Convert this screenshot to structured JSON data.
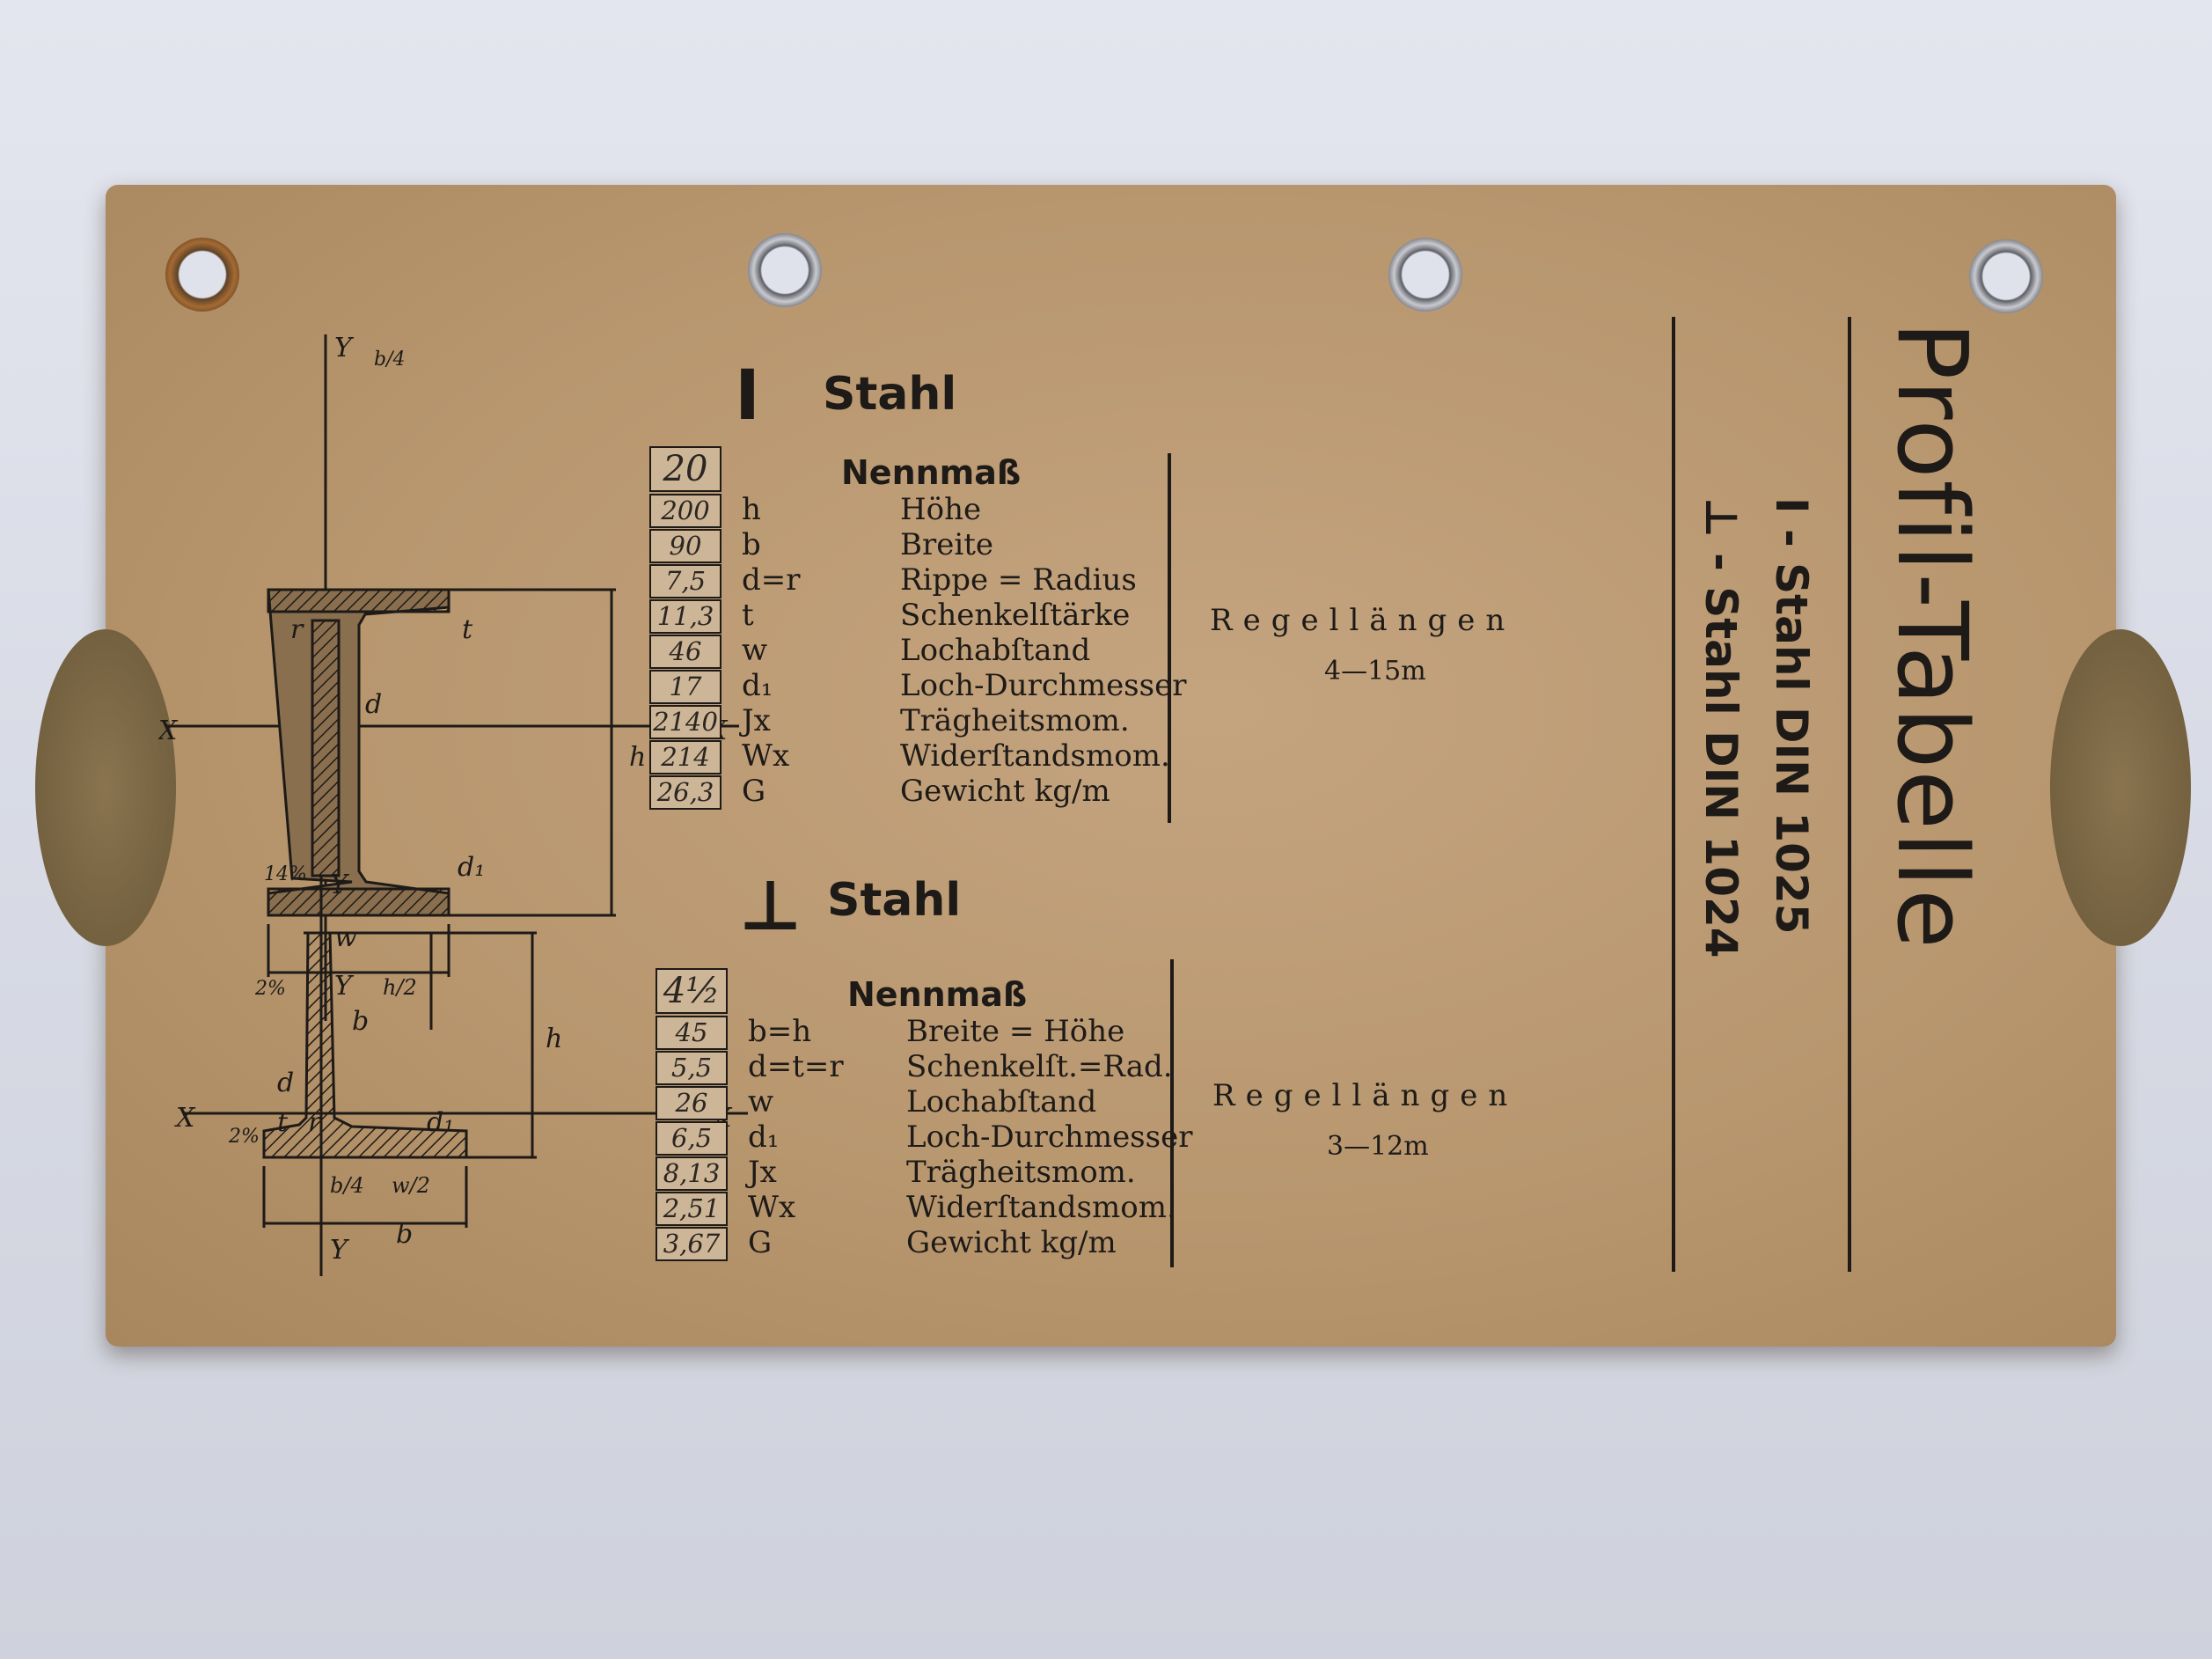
{
  "i_section": {
    "symbol": "I",
    "title": "Stahl",
    "header_value": "20",
    "header_label": "Nennmaß",
    "rows": [
      {
        "value": "200",
        "symbol": "h",
        "label": "Höhe"
      },
      {
        "value": "90",
        "symbol": "b",
        "label": "Breite"
      },
      {
        "value": "7,5",
        "symbol": "d=r",
        "label": "Rippe = Radius"
      },
      {
        "value": "11,3",
        "symbol": "t",
        "label": "Schenkelſtärke"
      },
      {
        "value": "46",
        "symbol": "w",
        "label": "Lochabſtand"
      },
      {
        "value": "17",
        "symbol": "d₁",
        "label": "Loch-Durchmesser"
      },
      {
        "value": "2140",
        "symbol": "Jx",
        "label": "Trägheitsmom."
      },
      {
        "value": "214",
        "symbol": "Wx",
        "label": "Widerſtandsmom."
      },
      {
        "value": "26,3",
        "symbol": "G",
        "label": "Gewicht kg/m"
      }
    ],
    "regel_label": "Regellängen",
    "regel_range": "4—15m"
  },
  "t_section": {
    "symbol": "⊥",
    "title": "Stahl",
    "header_value": "4½",
    "header_label": "Nennmaß",
    "rows": [
      {
        "value": "45",
        "symbol": "b=h",
        "label": "Breite = Höhe"
      },
      {
        "value": "5,5",
        "symbol": "d=t=r",
        "label": "Schenkelſt.=Rad."
      },
      {
        "value": "26",
        "symbol": "w",
        "label": "Lochabſtand"
      },
      {
        "value": "6,5",
        "symbol": "d₁",
        "label": "Loch-Durchmesser"
      },
      {
        "value": "8,13",
        "symbol": "Jx",
        "label": "Trägheitsmom."
      },
      {
        "value": "2,51",
        "symbol": "Wx",
        "label": "Widerſtandsmom."
      },
      {
        "value": "3,67",
        "symbol": "G",
        "label": "Gewicht kg/m"
      }
    ],
    "regel_label": "Regellängen",
    "regel_range": "3—12m"
  },
  "side": {
    "title": "Profil-Tabelle",
    "line1": "I - Stahl  DIN 1025",
    "line2": "⊥ - Stahl  DIN 1024"
  },
  "diagram_labels": {
    "i_beam": [
      "Y",
      "b/4",
      "t",
      "r",
      "d",
      "X",
      "X",
      "h",
      "14%",
      "d₁",
      "w",
      "Y",
      "b"
    ],
    "t_beam": [
      "Y",
      "2%",
      "h/2",
      "h",
      "d",
      "X",
      "X",
      "2%",
      "t",
      "r",
      "d₁",
      "b/4",
      "w/2",
      "Y",
      "b"
    ]
  },
  "colors": {
    "card": "#b8976f",
    "ink": "#1d1a17",
    "value_box": "#cdb597"
  }
}
